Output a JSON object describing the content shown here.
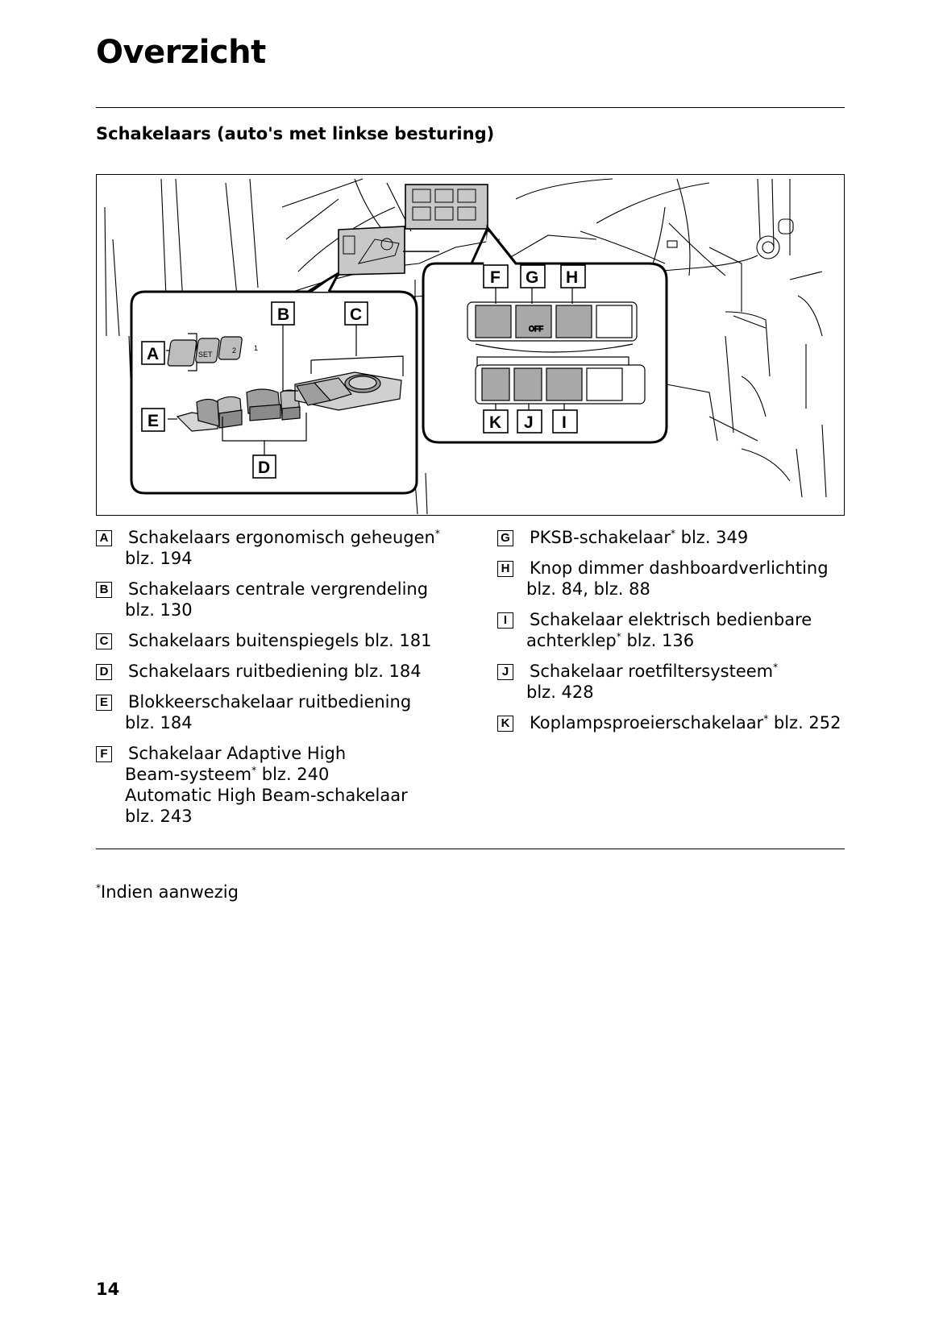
{
  "page": {
    "title": "Overzicht",
    "subtitle": "Schakelaars (auto's met linkse besturing)",
    "footnote_mark": "*",
    "footnote": "Indien aanwezig",
    "page_number": "14"
  },
  "figure": {
    "callouts": [
      "A",
      "B",
      "C",
      "D",
      "E",
      "F",
      "G",
      "H",
      "I",
      "J",
      "K"
    ],
    "seat_buttons": [
      "SET",
      "2",
      "1"
    ],
    "pksb_off": "OFF"
  },
  "legend": {
    "left": [
      {
        "key": "A",
        "lines": [
          "Schakelaars ergonomisch geheugen",
          "blz. 194"
        ],
        "star_line": 0
      },
      {
        "key": "B",
        "lines": [
          "Schakelaars centrale vergrendeling",
          "blz. 130"
        ],
        "star_line": -1
      },
      {
        "key": "C",
        "lines": [
          "Schakelaars buitenspiegels blz. 181"
        ],
        "star_line": -1
      },
      {
        "key": "D",
        "lines": [
          "Schakelaars ruitbediening blz. 184"
        ],
        "star_line": -1
      },
      {
        "key": "E",
        "lines": [
          "Blokkeerschakelaar ruitbediening",
          "blz. 184"
        ],
        "star_line": -1
      },
      {
        "key": "F",
        "lines": [
          "Schakelaar Adaptive High",
          "Beam-systeem",
          "blz. 240",
          "Automatic High Beam-schakelaar",
          "blz. 243"
        ],
        "star_line": 1
      }
    ],
    "right": [
      {
        "key": "G",
        "lines": [
          "PKSB-schakelaar",
          "blz. 349"
        ],
        "star_line": 0
      },
      {
        "key": "H",
        "lines": [
          "Knop dimmer dashboardverlichting",
          "blz. 84, blz. 88"
        ],
        "star_line": -1
      },
      {
        "key": "I",
        "lines": [
          "Schakelaar elektrisch bedienbare",
          "achterklep",
          "blz. 136"
        ],
        "star_line": 1
      },
      {
        "key": "J",
        "lines": [
          "Schakelaar roetfiltersysteem",
          "blz. 428"
        ],
        "star_line": 0
      },
      {
        "key": "K",
        "lines": [
          "Koplampsproeierschakelaar",
          "blz. 252"
        ],
        "star_line": 0
      }
    ]
  }
}
